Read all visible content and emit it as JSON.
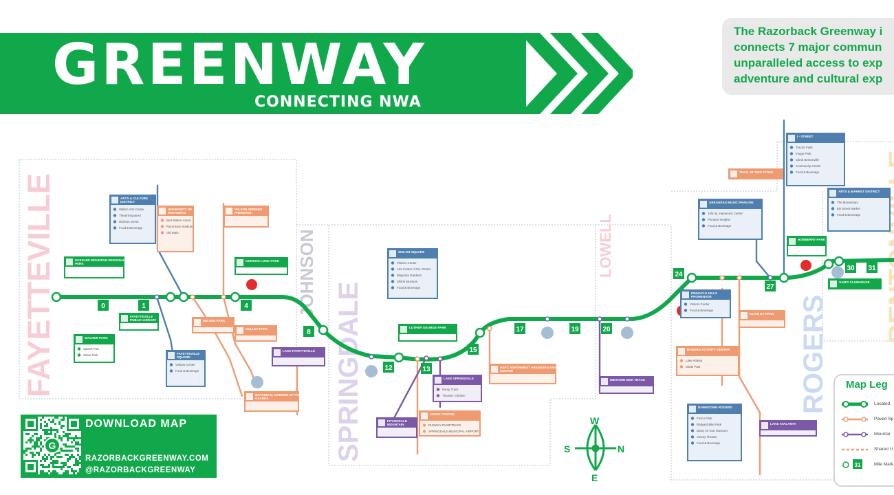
{
  "header": {
    "title": "GREENWAY",
    "subtitle": "CONNECTING NWA"
  },
  "info": {
    "text": [
      "The Razorback Greenway i",
      "connects 7 major commun",
      "unparalleled access to exp",
      "adventure and cultural exp"
    ]
  },
  "download": {
    "title": "DOWNLOAD MAP",
    "url": "RAZORBACKGREENWAY.COM",
    "handle": "@RAZORBACKGREENWAY",
    "qr_letter": "G"
  },
  "legend": {
    "title": "Map Leg",
    "items": [
      {
        "label": "Located",
        "color": "#11a84b"
      },
      {
        "label": "Paved Sp",
        "color": "#ee9b72"
      },
      {
        "label": "Mountai",
        "color": "#7b59a6"
      },
      {
        "label": "Shared U",
        "color": "#ee9b72"
      },
      {
        "label": "Mile Mark",
        "marker": "31"
      }
    ]
  },
  "colors": {
    "green": "#11a84b",
    "orange": "#ee9b72",
    "purple": "#7b59a6",
    "blue": "#4e7fae",
    "red": "#e32d2d"
  },
  "towns": [
    {
      "name": "FAYETTEVILLE",
      "color": "#f7cdd5"
    },
    {
      "name": "JOHNSON",
      "color": "#c9c9d6"
    },
    {
      "name": "SPRINGDALE",
      "color": "#ddd2ea"
    },
    {
      "name": "LOWELL",
      "color": "#f7cdd5"
    },
    {
      "name": "ROGERS",
      "color": "#cadaf0"
    },
    {
      "name": "BENTONVILLE",
      "color": "#f6e3b8"
    }
  ],
  "mile_markers": [
    "0",
    "1",
    "4",
    "8",
    "12",
    "13",
    "15",
    "17",
    "19",
    "20",
    "24",
    "27",
    "30",
    "31"
  ],
  "compass": {
    "n": "N",
    "s": "S",
    "e": "E",
    "w": "W"
  },
  "pois": [
    {
      "title": "ARTS & CULTURE DISTRICT",
      "items": [
        "Walton Arts Center",
        "TheatreSquared",
        "Dickson Street",
        "Food & Beverage"
      ],
      "color": "#4e7fae"
    },
    {
      "title": "UNIVERSITY OF ARKANSAS",
      "items": [
        "Bud Walton Arena",
        "Razorback Stadium",
        "Old Main"
      ],
      "color": "#ee9b72"
    },
    {
      "title": "WILSON SPRINGS PRESERVE",
      "items": [],
      "color": "#ee9b72"
    },
    {
      "title": "KESSLER MOUNTAIN REGIONAL PARK",
      "items": [],
      "color": "#11a84b"
    },
    {
      "title": "GORDON LONG PARK",
      "items": [],
      "color": "#11a84b"
    },
    {
      "title": "FAYETTEVILLE PUBLIC LIBRARY",
      "items": [],
      "color": "#11a84b"
    },
    {
      "title": "WILSON PARK",
      "items": [],
      "color": "#ee9b72"
    },
    {
      "title": "GULLEY PARK",
      "items": [],
      "color": "#ee9b72"
    },
    {
      "title": "WALKER PARK",
      "items": [
        "Splash Pad",
        "Skate Park"
      ],
      "color": "#11a84b"
    },
    {
      "title": "FAYETTEVILLE SQUARE",
      "items": [
        "Visitors Center",
        "Food & Beverage"
      ],
      "color": "#4e7fae"
    },
    {
      "title": "LAKE FAYETTEVILLE",
      "items": [],
      "color": "#7b59a6"
    },
    {
      "title": "BOTANICAL GARDEN OF THE OZARKS",
      "items": [],
      "color": "#ee9b72"
    },
    {
      "title": "SHILOH SQUARE",
      "items": [
        "Visitors Center",
        "Arts Center of the Ozarks",
        "Magnolia Gardens",
        "Shiloh Museum",
        "Food & Beverage"
      ],
      "color": "#4e7fae"
    },
    {
      "title": "LUTHER GEORGE PARK",
      "items": [],
      "color": "#11a84b"
    },
    {
      "title": "LAKE SPRINGDALE",
      "items": [
        "Pump Track",
        "Thunder Chicken"
      ],
      "color": "#7b59a6"
    },
    {
      "title": "FITZGERALD MOUNTAIN",
      "items": [],
      "color": "#7b59a6"
    },
    {
      "title": "JONES CENTER",
      "items": [
        "RUNWAY PUMPTRACK",
        "SPRINGDALE MUNICIPAL AIRPORT"
      ],
      "color": "#ee9b72"
    },
    {
      "title": "AGFC NORTHWEST ARKANSAS NATURE CENTER",
      "items": [],
      "color": "#ee9b72"
    },
    {
      "title": "MIDTOWN BMX TRACK",
      "items": [],
      "color": "#7b59a6"
    },
    {
      "title": "TRAIL OF TWO CITIES",
      "items": [],
      "color": "#ee9b72"
    },
    {
      "title": "ARKANSAS MUSIC PAVILION",
      "items": [
        "John Q. Hammons Center",
        "Pinnacle Heights",
        "Food & Beverage"
      ],
      "color": "#4e7fae"
    },
    {
      "title": "PINNACLE HILLS PROMENADE",
      "items": [
        "Visitors Center",
        "Food & Beverage"
      ],
      "color": "#4e7fae"
    },
    {
      "title": "OLIVE ST. PARK",
      "items": [],
      "color": "#ee9b72"
    },
    {
      "title": "ROGERS ACTIVITY CENTER",
      "items": [
        "Lake Atlanta",
        "Skate Park"
      ],
      "color": "#ee9b72"
    },
    {
      "title": "DOWNTOWN ROGERS",
      "items": [
        "Frisco Park",
        "Railyard Bike Park",
        "Daisy Air Gun Museum",
        "Victory Theater",
        "Food & Beverage"
      ],
      "color": "#4e7fae"
    },
    {
      "title": "LAKE ATALANTA",
      "items": [],
      "color": "#7b59a6"
    },
    {
      "title": "HOBBERRY PARK",
      "items": [],
      "color": "#11a84b"
    },
    {
      "title": "I - STREET",
      "items": [
        "Tractor Field",
        "Image Park",
        "Climb Bentonville",
        "Community Center",
        "Food & Beverage"
      ],
      "color": "#4e7fae"
    },
    {
      "title": "ARTS & MARKET DISTRICT",
      "items": [
        "The Momentary",
        "8th Street Market",
        "Food & Beverage"
      ],
      "color": "#4e7fae"
    },
    {
      "title": "SAM'S CLUBHOUSE",
      "items": [],
      "color": "#11a84b"
    }
  ]
}
